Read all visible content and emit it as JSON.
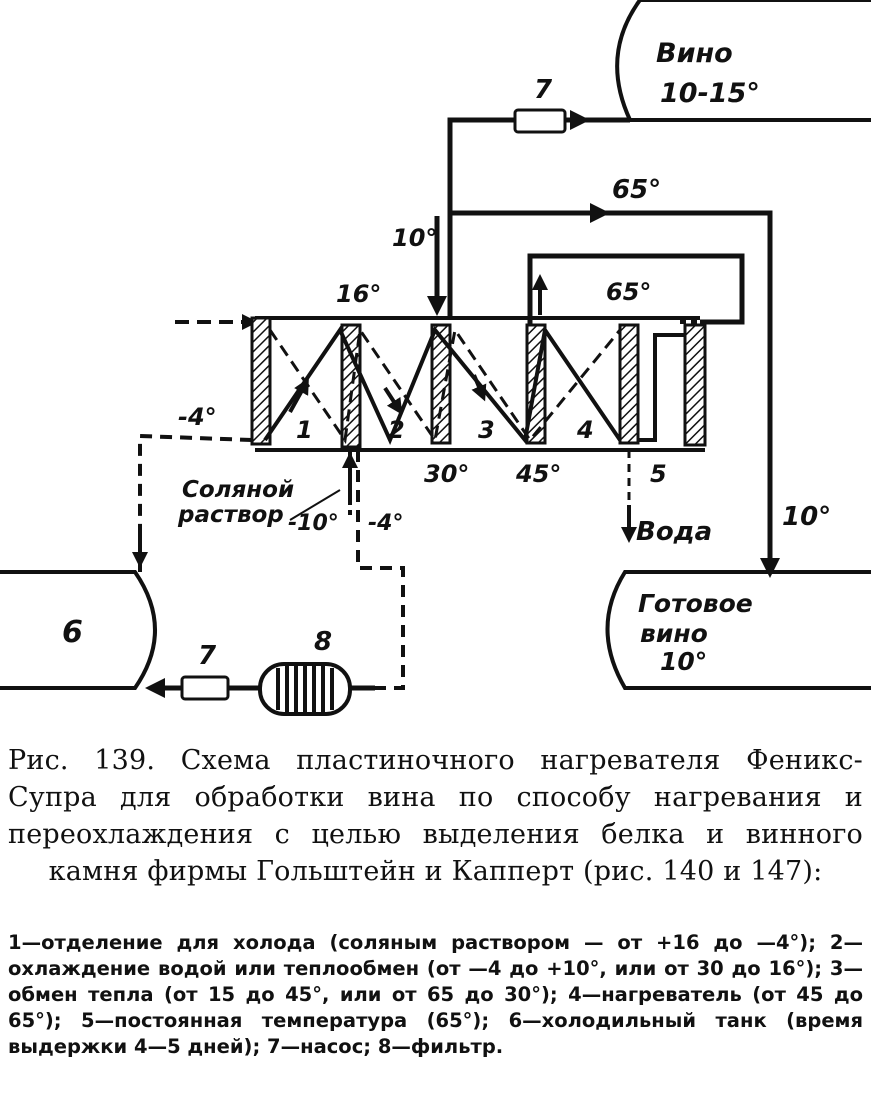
{
  "labels": {
    "wine_tank_label": "Вино",
    "wine_tank_temp": "10-15°",
    "ready_wine_label1": "Готовое",
    "ready_wine_label2": "вино",
    "ready_wine_temp": "10°",
    "tank6": "6",
    "pump7_top": "7",
    "pump7_bottom": "7",
    "filter8": "8",
    "t65_top": "65°",
    "t65_mid": "65°",
    "t10_left": "10°",
    "t10_right": "10°",
    "t16": "16°",
    "t30": "30°",
    "t45": "45°",
    "tminus4_left": "-4°",
    "tminus4_bottom": "-4°",
    "tminus10": "-10°",
    "brine1": "Соляной",
    "brine2": "раствор",
    "water": "Вода",
    "sec1": "1",
    "sec2": "2",
    "sec3": "3",
    "sec4": "4",
    "sec5": "5"
  },
  "caption": "Рис. 139. Схема пластиночного нагревателя Феникс-Супра для обработки вина по способу нагревания и переохлаждения с целью выделения белка и винного камня фирмы Гольштейн и Капперт (рис. 140 и 147):",
  "legend": "1—отделение для холода (соляным раствором — от +16 до —4°); 2—охлаждение водой или теплообмен (от —4 до +10°, или от 30 до 16°); 3—обмен тепла (от 15 до 45°, или от 65 до 30°); 4—нагреватель (от 45 до 65°); 5—постоянная температура (65°); 6—холодильный танк (время выдержки 4—5 дней); 7—насос; 8—фильтр."
}
